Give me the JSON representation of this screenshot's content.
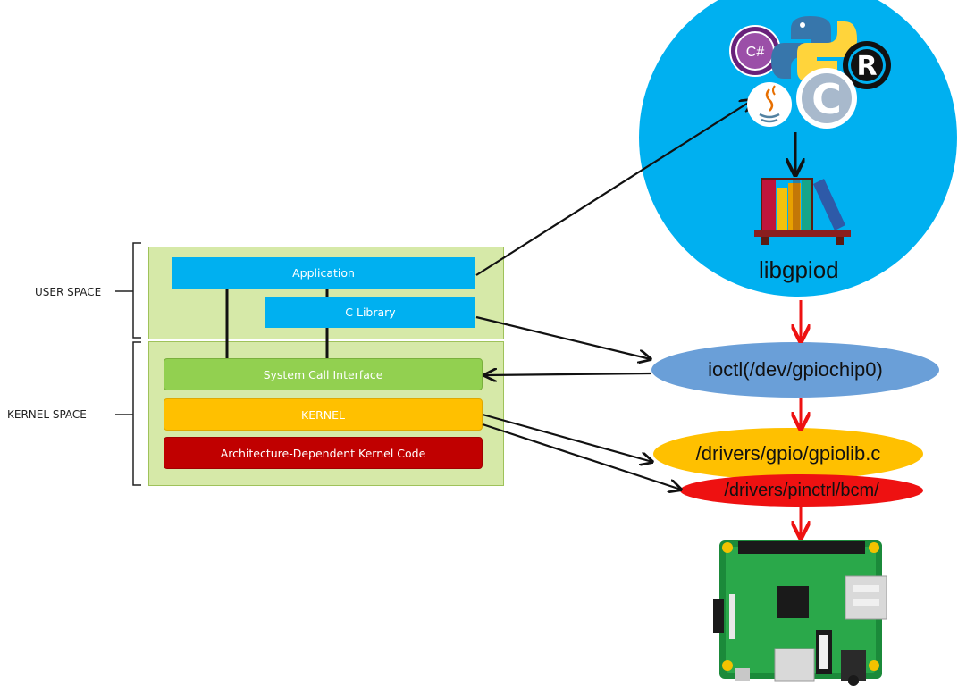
{
  "left_diagram": {
    "user_space_label": "USER SPACE",
    "kernel_space_label": "KERNEL SPACE",
    "application": "Application",
    "c_library": "C Library",
    "system_call_interface": "System Call Interface",
    "kernel": "KERNEL",
    "arch_code": "Architecture-Dependent Kernel Code"
  },
  "right_diagram": {
    "languages": [
      {
        "name": "csharp-logo",
        "text": "C#"
      },
      {
        "name": "python-logo",
        "text": ""
      },
      {
        "name": "rust-logo",
        "text": "R"
      },
      {
        "name": "java-logo",
        "text": ""
      },
      {
        "name": "c-logo",
        "text": "C"
      }
    ],
    "library_label": "libgpiod",
    "ioctl_label": "ioctl(/dev/gpiochip0)",
    "gpiolib_label": "/drivers/gpio/gpiolib.c",
    "pinctrl_label": "/drivers/pinctrl/bcm/"
  },
  "colors": {
    "user_space_bg": "#d6e9a8",
    "application": "#00b0f0",
    "syscall": "#92d050",
    "kernel": "#ffc000",
    "arch": "#c00000",
    "circle": "#00b0f0",
    "ioctl": "#6a9fd8",
    "gpiolib": "#ffc000",
    "pinctrl": "#ee1111",
    "red_arrow": "#ee1111"
  }
}
